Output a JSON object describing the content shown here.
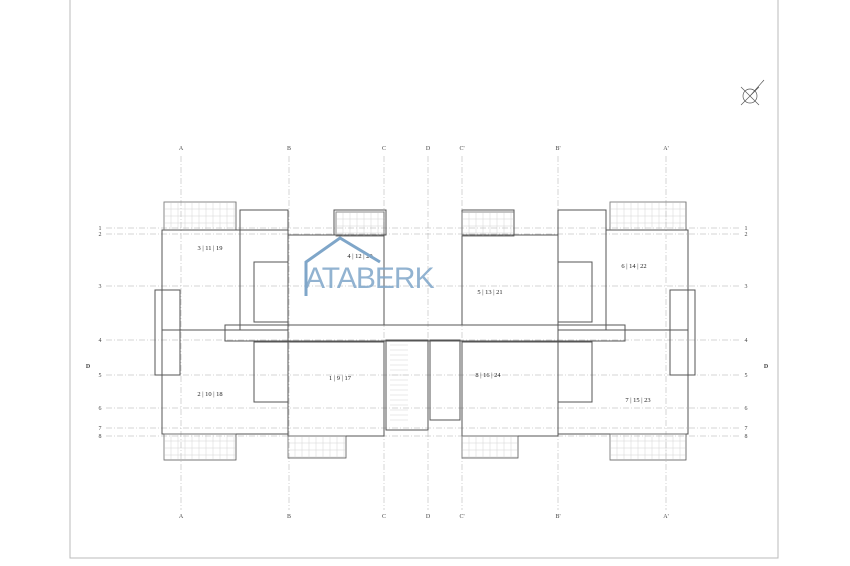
{
  "watermark": "ATABERK",
  "column_axes": [
    "A",
    "B",
    "C",
    "D",
    "C'",
    "B'",
    "A'"
  ],
  "row_axes": [
    "1",
    "2",
    "3",
    "4",
    "5",
    "6",
    "7",
    "8"
  ],
  "section_marker": "D",
  "units": [
    {
      "label": "3 | 11 | 19"
    },
    {
      "label": "4 | 12 | 20"
    },
    {
      "label": "5 | 13 | 21"
    },
    {
      "label": "6 | 14 | 22"
    },
    {
      "label": "2 | 10 | 18"
    },
    {
      "label": "1 | 9 | 17"
    },
    {
      "label": "8 | 16 | 24"
    },
    {
      "label": "7 | 15 | 23"
    }
  ],
  "colors": {
    "line": "#555555",
    "watermark": "#7fa6c9"
  }
}
